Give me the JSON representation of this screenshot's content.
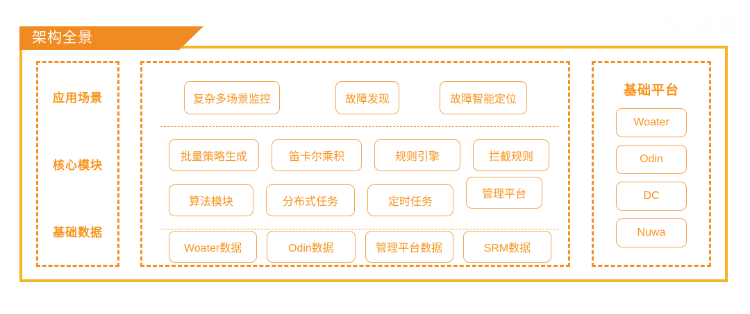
{
  "watermark": "VNTIQ5OQ",
  "banner": {
    "title": "架构全景"
  },
  "colors": {
    "frame": "#F7B422",
    "banner_bg": "#F08B21",
    "dashed_border": "#F29024",
    "chip_border": "#F5A352",
    "text_orange": "#F7941E",
    "banner_text": "#FFFFFF",
    "background": "#FFFFFF"
  },
  "layers": {
    "items": [
      {
        "label": "应用场景"
      },
      {
        "label": "核心模块"
      },
      {
        "label": "基础数据"
      }
    ]
  },
  "center": {
    "application_scenarios": {
      "chips": [
        {
          "label": "复杂多场景监控"
        },
        {
          "label": "故障发现"
        },
        {
          "label": "故障智能定位"
        }
      ]
    },
    "core_modules_row1": {
      "chips": [
        {
          "label": "批量策略生成"
        },
        {
          "label": "笛卡尔乘积"
        },
        {
          "label": "规则引擎"
        },
        {
          "label": "拦截规则"
        }
      ]
    },
    "core_modules_row2": {
      "chips": [
        {
          "label": "算法模块"
        },
        {
          "label": "分布式任务"
        },
        {
          "label": "定时任务"
        },
        {
          "label": "管理平台"
        }
      ]
    },
    "base_data": {
      "chips": [
        {
          "label": "Woater数据"
        },
        {
          "label": "Odin数据"
        },
        {
          "label": "管理平台数据"
        },
        {
          "label": "SRM数据"
        }
      ]
    }
  },
  "platform": {
    "title": "基础平台",
    "chips": [
      {
        "label": "Woater"
      },
      {
        "label": "Odin"
      },
      {
        "label": "DC"
      },
      {
        "label": "Nuwa"
      }
    ]
  }
}
